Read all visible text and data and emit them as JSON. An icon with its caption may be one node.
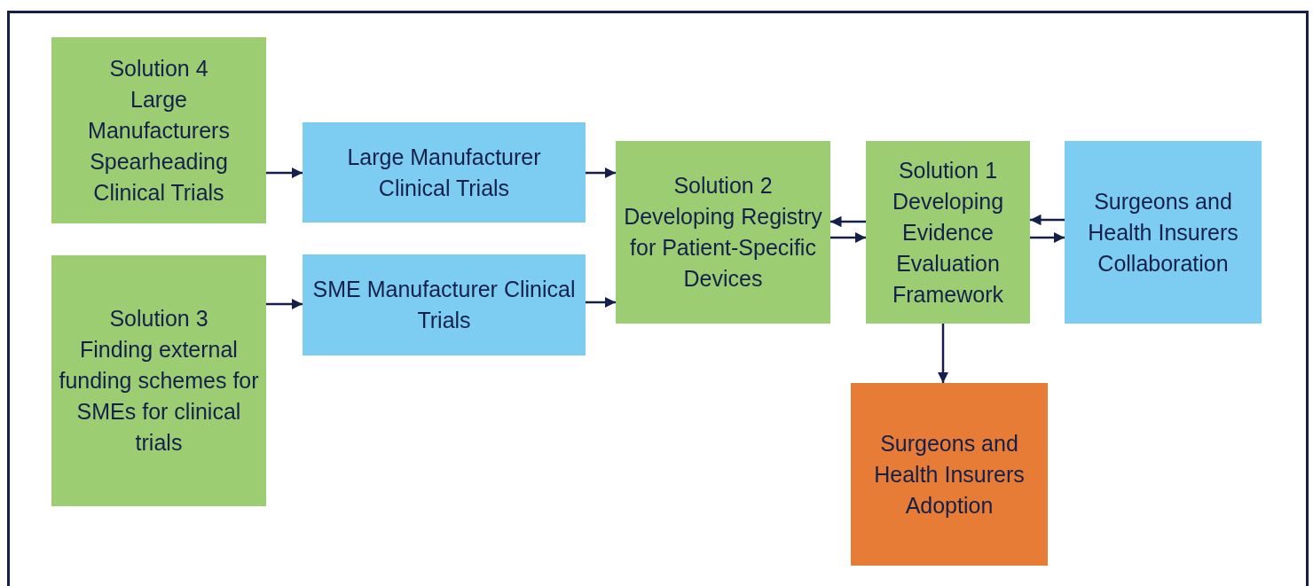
{
  "diagram": {
    "nodes": [
      {
        "text": [
          "Solution 4",
          "Large Manufacturers Spearheading Clinical Trials"
        ]
      },
      {
        "text": [
          "Large Manufacturer Clinical Trials"
        ]
      },
      {
        "text": [
          "Solution 3",
          "Finding external funding schemes for SMEs for clinical trials"
        ]
      },
      {
        "text": [
          "SME Manufacturer Clinical Trials"
        ]
      },
      {
        "text": [
          "Solution 2",
          "Developing Registry for Patient-Specific Devices"
        ]
      },
      {
        "text": [
          "Solution 1",
          "Developing Evidence Evaluation Framework"
        ]
      },
      {
        "text": [
          "Surgeons and Health Insurers Collaboration"
        ]
      },
      {
        "text": [
          "Surgeons and Health Insurers Adoption"
        ]
      }
    ],
    "edges": [
      {
        "from": 0,
        "to": 1,
        "arrow": "to"
      },
      {
        "from": 2,
        "to": 3,
        "arrow": "to"
      },
      {
        "from": 1,
        "to": 4,
        "arrow": "to"
      },
      {
        "from": 3,
        "to": 4,
        "arrow": "to"
      },
      {
        "from": 5,
        "to": 4,
        "arrow": "to"
      },
      {
        "from": 4,
        "to": 5,
        "arrow": "to"
      },
      {
        "from": 6,
        "to": 5,
        "arrow": "to"
      },
      {
        "from": 5,
        "to": 6,
        "arrow": "to"
      },
      {
        "from": 5,
        "to": 7,
        "arrow": "to"
      }
    ]
  }
}
